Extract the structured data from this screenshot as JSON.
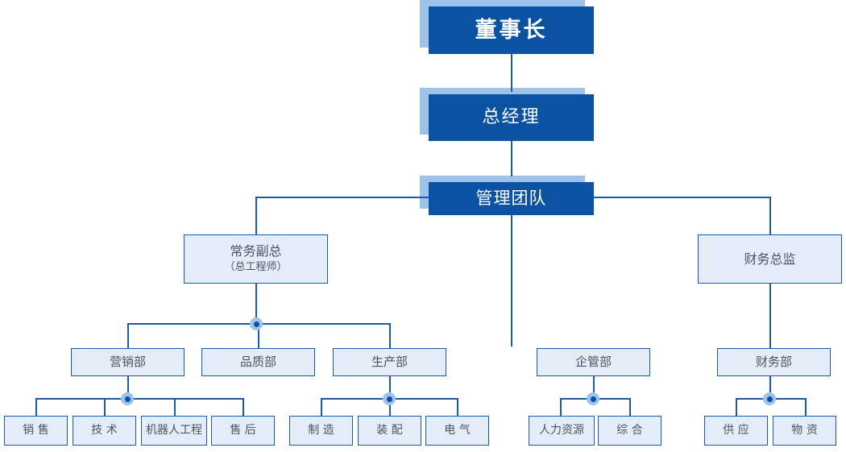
{
  "chart_meta": {
    "type": "org-chart",
    "title": "",
    "accent_dark": "#0b52a3",
    "accent_shadow": "#9dc3ec",
    "box_fill": "#e4ecf7",
    "box_border": "#1a5aa8",
    "text_color": "#4a5462",
    "dark_text_color": "#ffffff"
  },
  "nodes": {
    "chairman": {
      "label": "董事长"
    },
    "general_manager": {
      "label": "总经理"
    },
    "management_team": {
      "label": "管理团队"
    },
    "exec_vp": {
      "label": "常务副总",
      "sublabel": "（总工程师）"
    },
    "finance_director": {
      "label": "财务总监"
    },
    "departments": [
      {
        "label": "营销部"
      },
      {
        "label": "品质部"
      },
      {
        "label": "生产部"
      },
      {
        "label": "企管部"
      },
      {
        "label": "财务部"
      }
    ],
    "sales_children": [
      {
        "label": "销 售"
      },
      {
        "label": "技 术"
      },
      {
        "label": "机器人工程"
      },
      {
        "label": "售 后"
      }
    ],
    "production_children": [
      {
        "label": "制 造"
      },
      {
        "label": "装 配"
      },
      {
        "label": "电 气"
      }
    ],
    "enterprise_children": [
      {
        "label": "人力资源"
      },
      {
        "label": "综 合"
      }
    ],
    "finance_children": [
      {
        "label": "供 应"
      },
      {
        "label": "物 资"
      }
    ]
  }
}
